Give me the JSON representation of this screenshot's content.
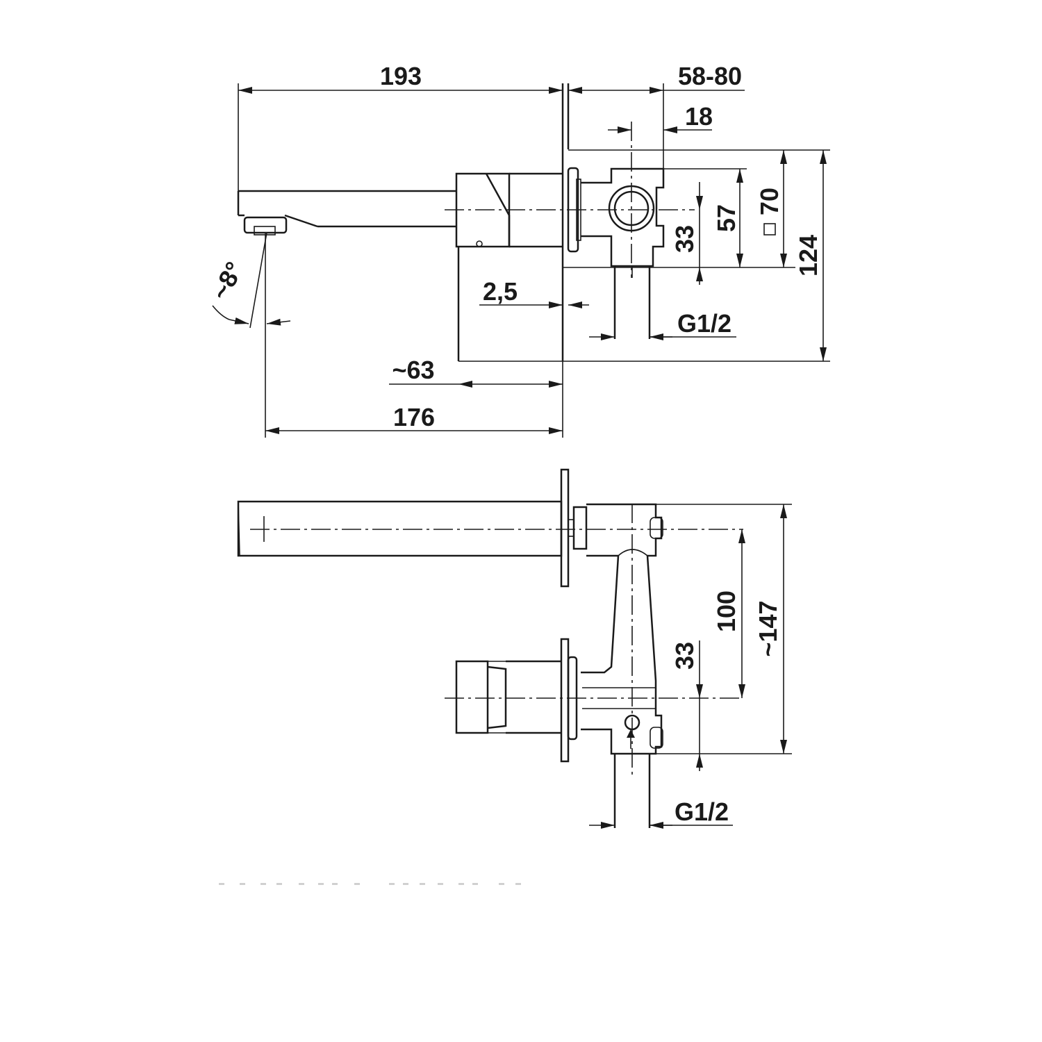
{
  "top_view": {
    "dimensions": {
      "spout_length": "193",
      "wall_depth_range": "58-80",
      "offset": "18",
      "inner_height": "57",
      "square": "70",
      "total_height": "124",
      "axis_offset": "33",
      "rosette_gap": "2,5",
      "connection": "G1/2",
      "handle_depth": "~63",
      "projection": "176",
      "angle": "~8°"
    }
  },
  "side_view": {
    "dimensions": {
      "axis_spacing": "100",
      "total_height": "~147",
      "axis_offset": "33",
      "connection": "G1/2"
    }
  },
  "icons": {
    "square_symbol": "square-symbol-icon",
    "flow_arrow": "flow-direction-icon"
  }
}
